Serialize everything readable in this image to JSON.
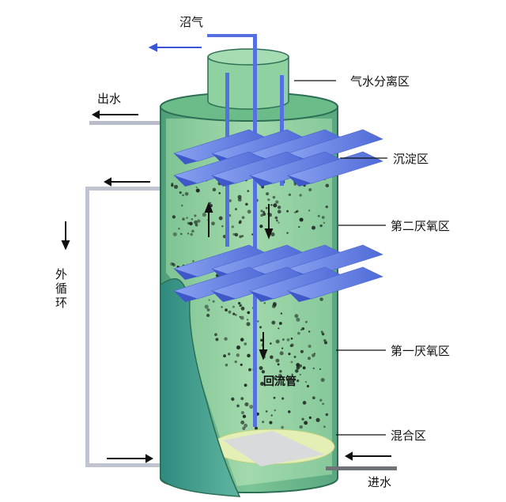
{
  "title": "IC厌氧反应器结构示意图",
  "labels": {
    "biogas": "沼气",
    "gas_water_separation": "气水分离区",
    "effluent": "出水",
    "settling": "沉淀区",
    "second_anaerobic": "第二厌氧区",
    "external_circulation": [
      "外",
      "循",
      "环"
    ],
    "first_anaerobic": "第一厌氧区",
    "return_pipe": "回流管",
    "mixing": "混合区",
    "influent": "进水"
  },
  "colors": {
    "tank": "#5fae84",
    "tank_inner": "#8ccf9e",
    "tank_wall_dark": "#3c8f7a",
    "plates": "#6a86e6",
    "pipe_blue": "#5570e0",
    "pipe_grey": "#b8bcc8",
    "mixing_zone": "#e3efb4"
  }
}
